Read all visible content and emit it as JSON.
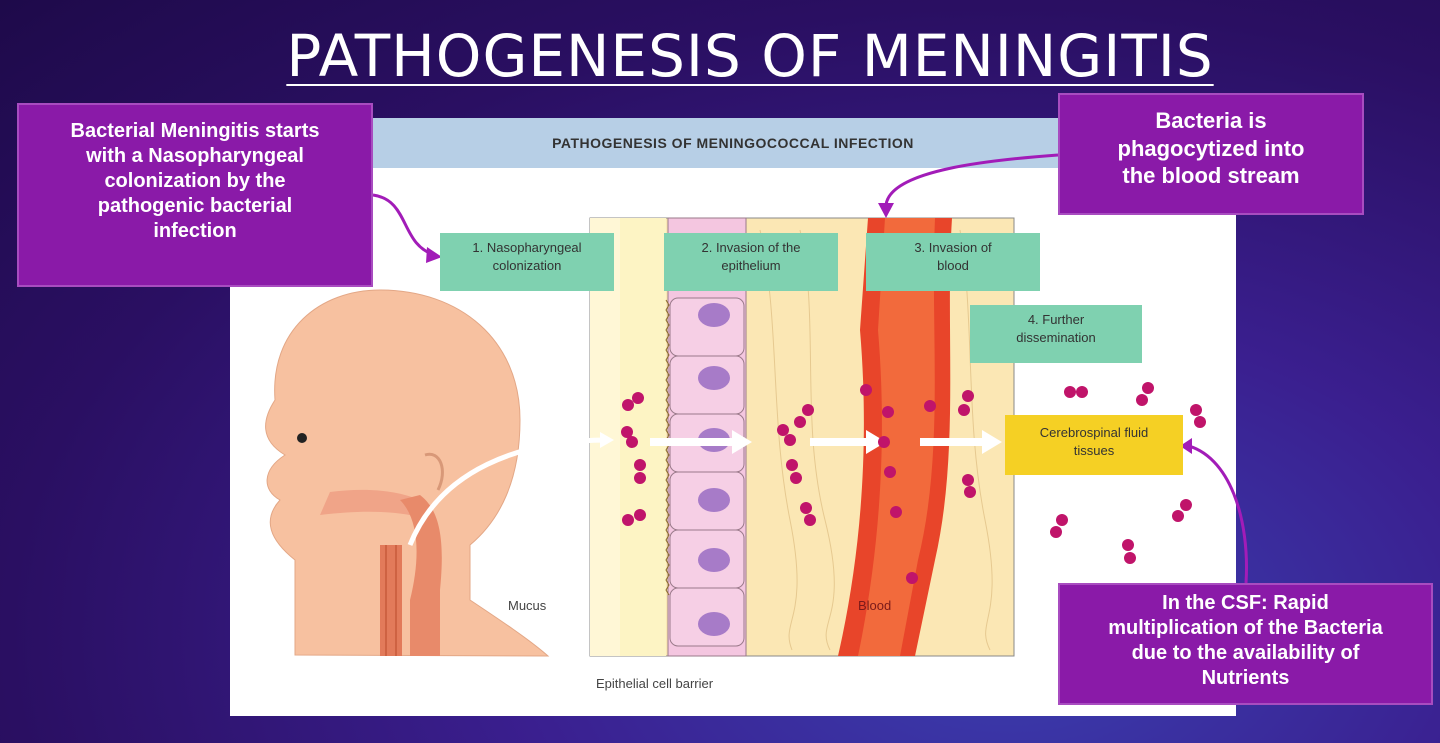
{
  "slide": {
    "title": "PATHOGENESIS OF MENINGITIS"
  },
  "figure": {
    "header": "PATHOGENESIS OF MENINGOCOCCAL INFECTION",
    "stages": [
      {
        "line1": "1. Nasopharyngeal",
        "line2": "colonization"
      },
      {
        "line1": "2. Invasion of the",
        "line2": "epithelium"
      },
      {
        "line1": "3. Invasion of",
        "line2": "blood"
      },
      {
        "line1": "4. Further",
        "line2": "dissemination"
      }
    ],
    "csf": {
      "line1": "Cerebrospinal fluid",
      "line2": "tissues"
    },
    "labels": {
      "mucus": "Mucus",
      "blood": "Blood",
      "epithelial_barrier": "Epithelial cell barrier"
    }
  },
  "callouts": {
    "left": {
      "lines": [
        "Bacterial Meningitis starts",
        "with a Nasopharyngeal",
        "colonization by the",
        "pathogenic bacterial",
        "infection"
      ]
    },
    "top_right": {
      "lines": [
        "Bacteria is",
        "phagocytized into",
        "the blood stream"
      ]
    },
    "bottom_right": {
      "lines": [
        "In the CSF: Rapid",
        "multiplication of the Bacteria",
        "due to the availability of",
        "Nutrients"
      ]
    }
  },
  "colors": {
    "callout": "#8a1aa8",
    "stage_label": "#7fd1b0",
    "csf_label": "#f5d024",
    "bacteria": "#c0146a",
    "blood_vessel": "#e8452a",
    "tissue": "#fbe7b4"
  }
}
